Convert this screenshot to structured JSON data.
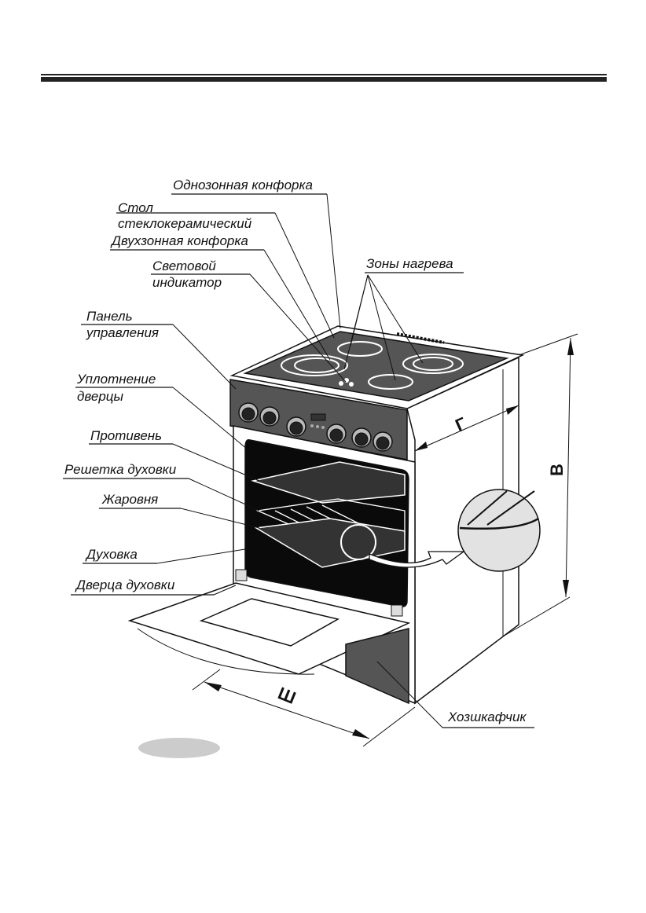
{
  "header": {
    "rules": [
      "thin",
      "thick"
    ]
  },
  "labels": {
    "single_zone_burner": "Однозонная конфорка",
    "glass_ceramic_top_line1": "Стол",
    "glass_ceramic_top_line2": "стеклокерамический",
    "dual_zone_burner": "Двухзонная конфорка",
    "light_indicator_line1": "Световой",
    "light_indicator_line2": "индикатор",
    "heating_zones": "Зоны нагрева",
    "control_panel_line1": "Панель",
    "control_panel_line2": "управления",
    "door_seal_line1": "Уплотнение",
    "door_seal_line2": "дверцы",
    "baking_tray": "Противень",
    "oven_rack": "Решетка духовки",
    "roasting_pan": "Жаровня",
    "oven": "Духовка",
    "oven_door": "Дверца духовки",
    "storage_drawer": "Хозшкафчик"
  },
  "dimensions": {
    "depth": "Г",
    "height": "В",
    "width": "Ш"
  },
  "colors": {
    "panel": "#555555",
    "oven_interior": "#0a0a0a",
    "page_badge": "#cccccc",
    "ink": "#111111"
  }
}
